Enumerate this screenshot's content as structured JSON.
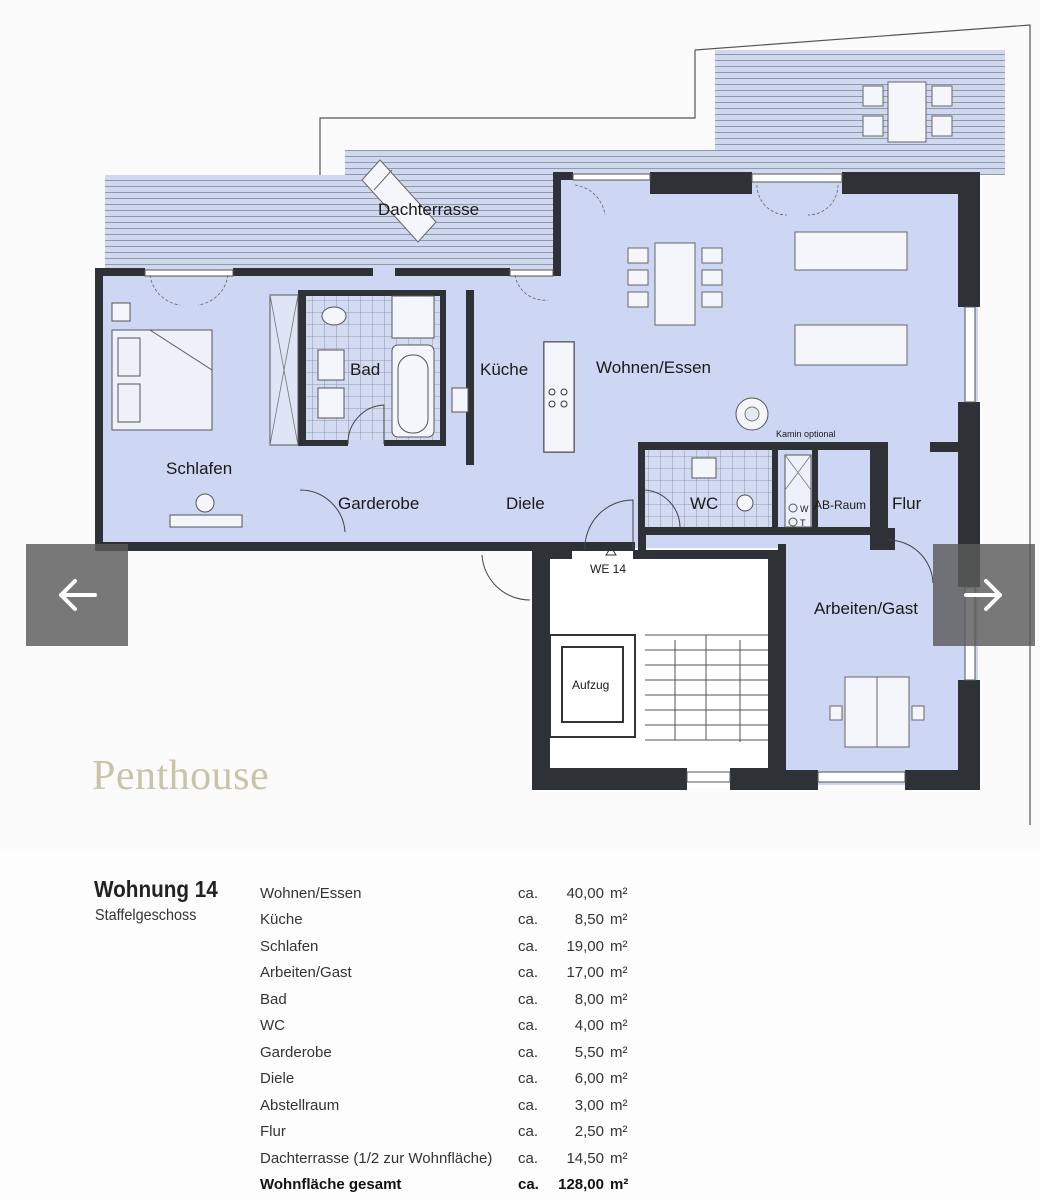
{
  "plan": {
    "brand_title": "Penthouse",
    "entrance_label": "WE 14",
    "fireplace_note": "Kamin optional",
    "rooms": {
      "dachterrasse": "Dachterrasse",
      "schlafen": "Schlafen",
      "bad": "Bad",
      "kueche": "Küche",
      "wohnen_essen": "Wohnen/Essen",
      "garderobe": "Garderobe",
      "diele": "Diele",
      "wc": "WC",
      "ab_raum": "AB-Raum",
      "flur": "Flur",
      "arbeiten_gast": "Arbeiten/Gast",
      "aufzug": "Aufzug"
    },
    "washer_labels": [
      "W",
      "T"
    ]
  },
  "navigation": {
    "prev_icon": "arrow-left-icon",
    "next_icon": "arrow-right-icon"
  },
  "info": {
    "unit_title": "Wohnung 14",
    "unit_subtitle": "Staffelgeschoss",
    "areas": [
      {
        "name": "Wohnen/Essen",
        "ca": "ca.",
        "value": "40,00",
        "unit": "m²"
      },
      {
        "name": "Küche",
        "ca": "ca.",
        "value": "8,50",
        "unit": "m²"
      },
      {
        "name": "Schlafen",
        "ca": "ca.",
        "value": "19,00",
        "unit": "m²"
      },
      {
        "name": "Arbeiten/Gast",
        "ca": "ca.",
        "value": "17,00",
        "unit": "m²"
      },
      {
        "name": "Bad",
        "ca": "ca.",
        "value": "8,00",
        "unit": "m²"
      },
      {
        "name": "WC",
        "ca": "ca.",
        "value": "4,00",
        "unit": "m²"
      },
      {
        "name": "Garderobe",
        "ca": "ca.",
        "value": "5,50",
        "unit": "m²"
      },
      {
        "name": "Diele",
        "ca": "ca.",
        "value": "6,00",
        "unit": "m²"
      },
      {
        "name": "Abstellraum",
        "ca": "ca.",
        "value": "3,00",
        "unit": "m²"
      },
      {
        "name": "Flur",
        "ca": "ca.",
        "value": "2,50",
        "unit": "m²"
      },
      {
        "name": "Dachterrasse (1/2 zur Wohnfläche)",
        "ca": "ca.",
        "value": "14,50",
        "unit": "m²"
      }
    ],
    "total": {
      "name": "Wohnfläche gesamt",
      "ca": "ca.",
      "value": "128,00",
      "unit": "m²"
    }
  },
  "colors": {
    "room_fill": "#cdd6f2",
    "wall": "#2e3236",
    "terrace_lines": "#8f9aa8",
    "nav_bg": "#5a5a5a",
    "brand_title": "#c9c3a8"
  }
}
